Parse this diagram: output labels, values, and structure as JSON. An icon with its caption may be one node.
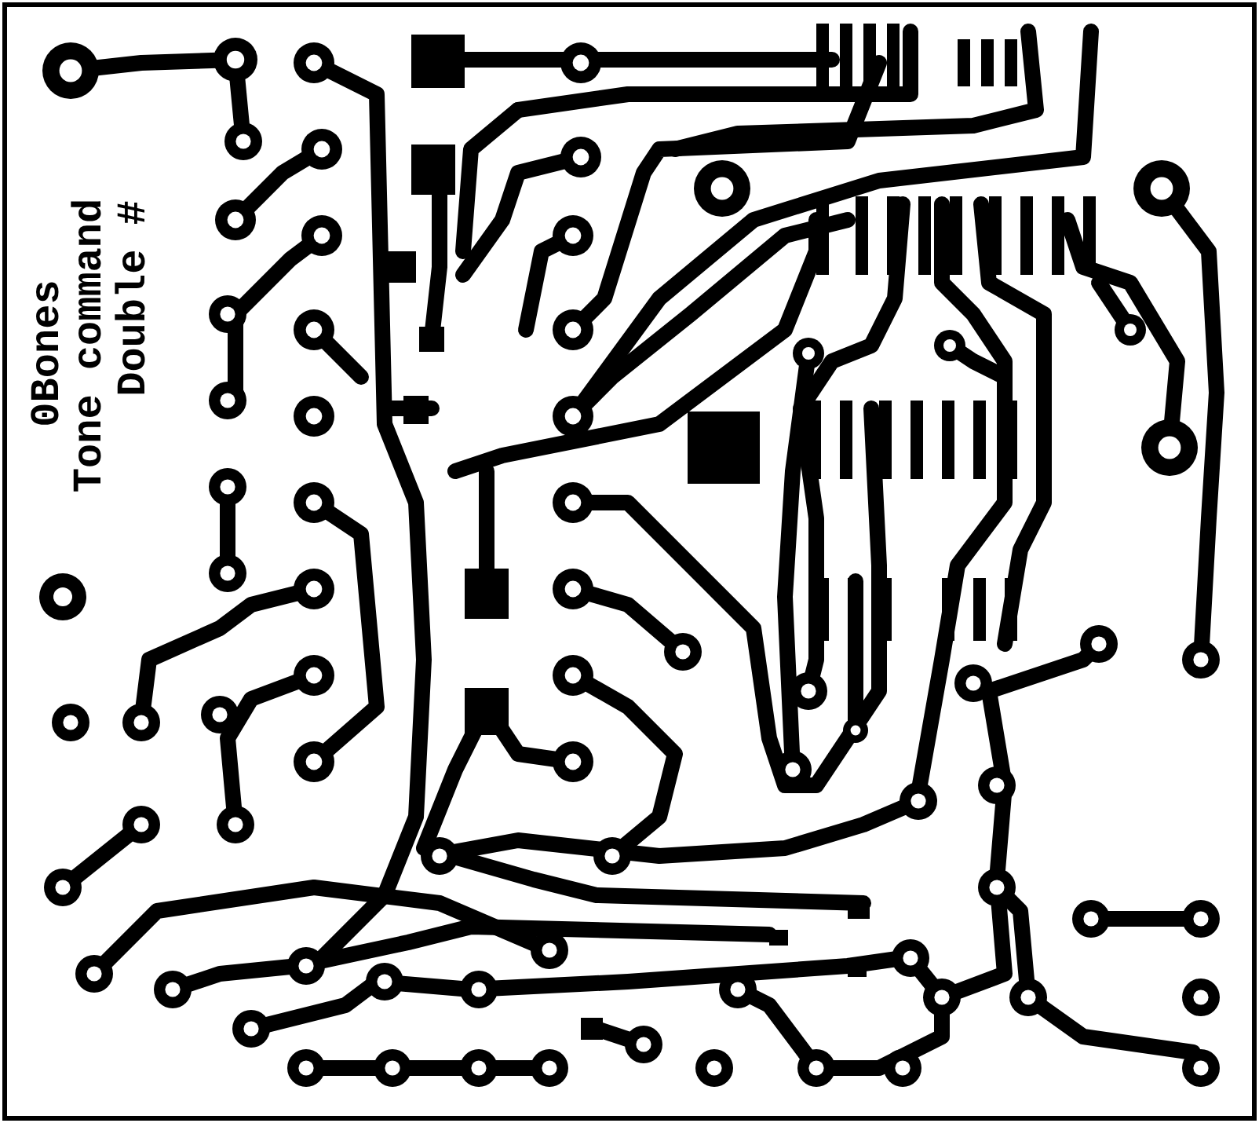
{
  "diagram": {
    "labels": [
      "0Bones",
      "Tone command",
      "Double #"
    ]
  }
}
